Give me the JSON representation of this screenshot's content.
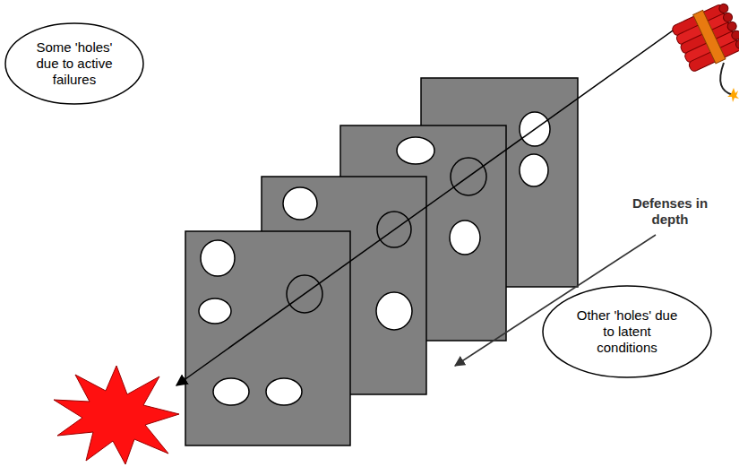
{
  "diagram": {
    "nodes": [
      {
        "text": [
          "Some 'holes' due to active failures"
        ]
      },
      {
        "text": [
          "Other 'holes' due to latent conditions"
        ]
      }
    ],
    "labels": [
      "Defenses in depth"
    ]
  }
}
